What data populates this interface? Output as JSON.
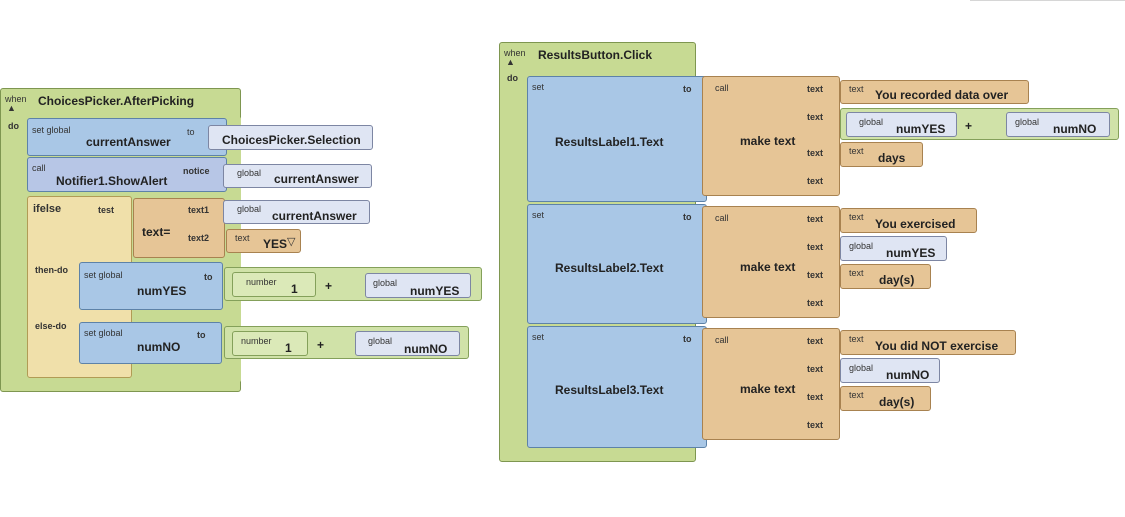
{
  "when_label": "when",
  "do_label": "do",
  "choices_event": {
    "title": "ChoicesPicker.AfterPicking",
    "set_global": {
      "kw": "set global",
      "var": "currentAnswer",
      "to_kw": "to",
      "value": "ChoicesPicker.Selection"
    },
    "call_alert": {
      "kw": "call",
      "method": "Notifier1.ShowAlert",
      "notice_kw": "notice",
      "arg_kw": "global",
      "arg_var": "currentAnswer"
    },
    "ifelse": {
      "kw": "ifelse",
      "test_kw": "test",
      "cmp_op": "text=",
      "text1_kw": "text1",
      "text1_global_kw": "global",
      "text1_var": "currentAnswer",
      "text2_kw": "text2",
      "text2_text_kw": "text",
      "text2_val": "YES",
      "then_kw": "then-do",
      "else_kw": "else-do",
      "then_set": {
        "kw": "set global",
        "var": "numYES",
        "to_kw": "to",
        "num_kw": "number",
        "num_val": "1",
        "op": "+",
        "global_kw": "global",
        "global_var": "numYES"
      },
      "else_set": {
        "kw": "set global",
        "var": "numNO",
        "to_kw": "to",
        "num_kw": "number",
        "num_val": "1",
        "op": "+",
        "global_kw": "global",
        "global_var": "numNO"
      }
    }
  },
  "results_event": {
    "title": "ResultsButton.Click",
    "set_kw": "set",
    "to_kw": "to",
    "call_kw": "call",
    "make_text": "make text",
    "text_kw": "text",
    "global_kw": "global",
    "plus": "+",
    "label1": {
      "target": "ResultsLabel1.Text",
      "t1": "You recorded data over",
      "g1": "numYES",
      "g2": "numNO",
      "t3": "days"
    },
    "label2": {
      "target": "ResultsLabel2.Text",
      "t1": "You exercised",
      "g1": "numYES",
      "t3": "day(s)"
    },
    "label3": {
      "target": "ResultsLabel3.Text",
      "t1": "You did NOT exercise",
      "g1": "numNO",
      "t3": "day(s)"
    }
  }
}
